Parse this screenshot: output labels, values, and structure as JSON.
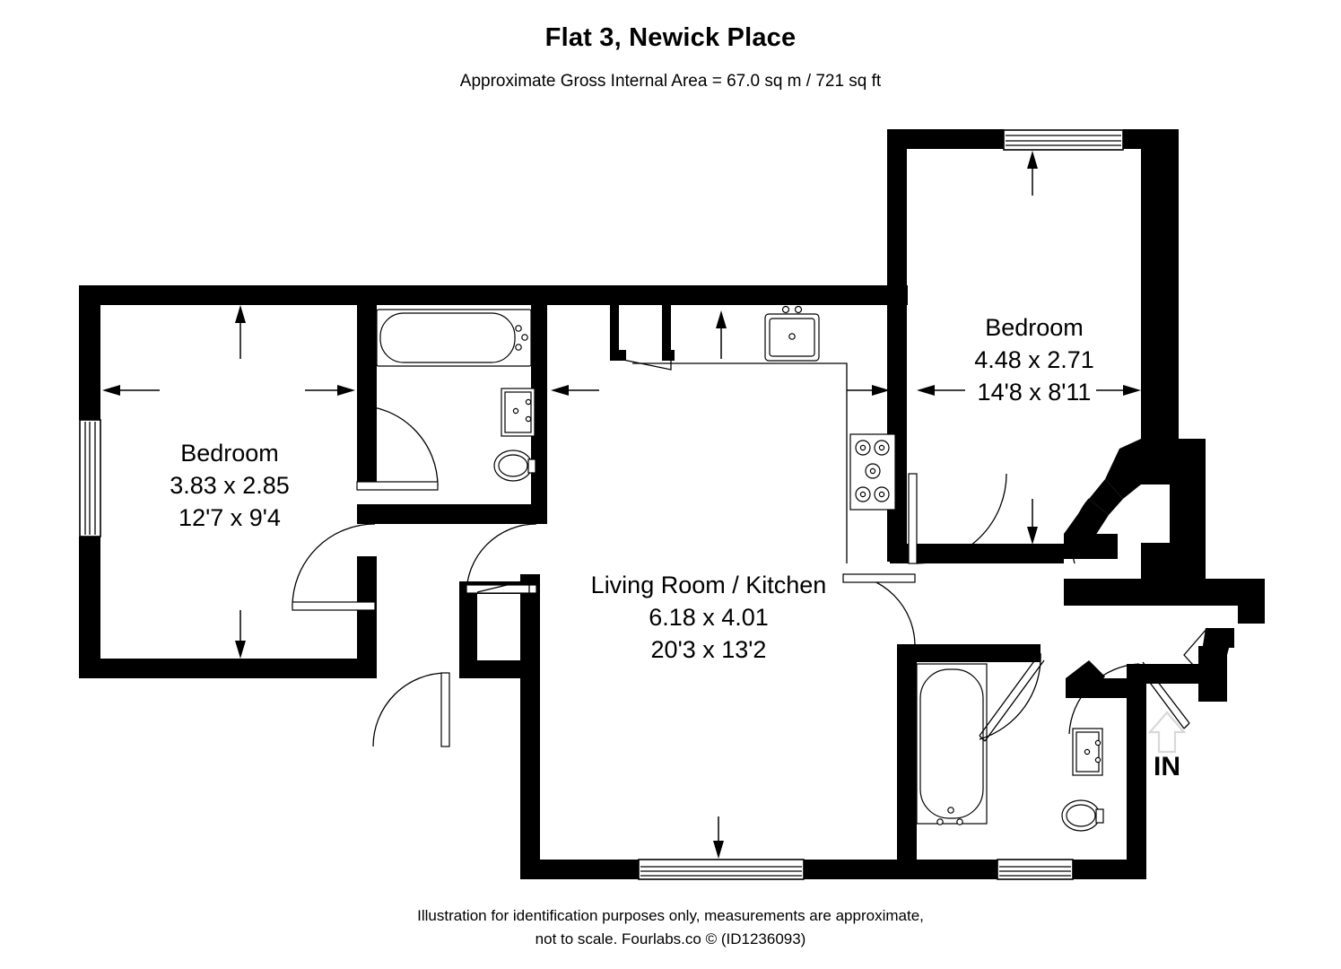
{
  "header": {
    "title": "Flat 3, Newick Place",
    "subtitle": "Approximate Gross Internal Area = 67.0 sq m / 721 sq ft"
  },
  "footer": {
    "line1": "Illustration for identification purposes only, measurements are approximate,",
    "line2": "not to scale. Fourlabs.co © (ID1236093)"
  },
  "rooms": [
    {
      "id": "bedroom-left",
      "name": "Bedroom",
      "metric": "3.83 x 2.85",
      "imperial": "12'7 x 9'4"
    },
    {
      "id": "bedroom-right",
      "name": "Bedroom",
      "metric": "4.48 x 2.71",
      "imperial": "14'8 x 8'11"
    },
    {
      "id": "living-room-kitchen",
      "name": "Living Room / Kitchen",
      "metric": "6.18 x 4.01",
      "imperial": "20'3 x 13'2"
    }
  ],
  "entrance": {
    "label": "IN",
    "icon": "up-arrow-icon"
  },
  "colors": {
    "wall": "#000000",
    "background": "#ffffff",
    "fixture_stroke": "#000000",
    "entrance_arrow": "#d8d8d8"
  },
  "fixtures": [
    {
      "id": "bath-upper",
      "icon": "bathtub-icon"
    },
    {
      "id": "basin-upper",
      "icon": "washbasin-icon"
    },
    {
      "id": "toilet-upper",
      "icon": "toilet-icon"
    },
    {
      "id": "bath-lower",
      "icon": "bathtub-icon"
    },
    {
      "id": "basin-lower",
      "icon": "washbasin-icon"
    },
    {
      "id": "toilet-lower",
      "icon": "toilet-icon"
    },
    {
      "id": "kitchen-sink",
      "icon": "sink-icon"
    },
    {
      "id": "kitchen-hob",
      "icon": "hob-icon"
    },
    {
      "id": "window-bedroom-left",
      "icon": "window-icon"
    },
    {
      "id": "window-bedroom-right",
      "icon": "window-icon"
    },
    {
      "id": "window-living-room",
      "icon": "window-icon"
    },
    {
      "id": "window-bathroom-lower",
      "icon": "window-icon"
    }
  ]
}
